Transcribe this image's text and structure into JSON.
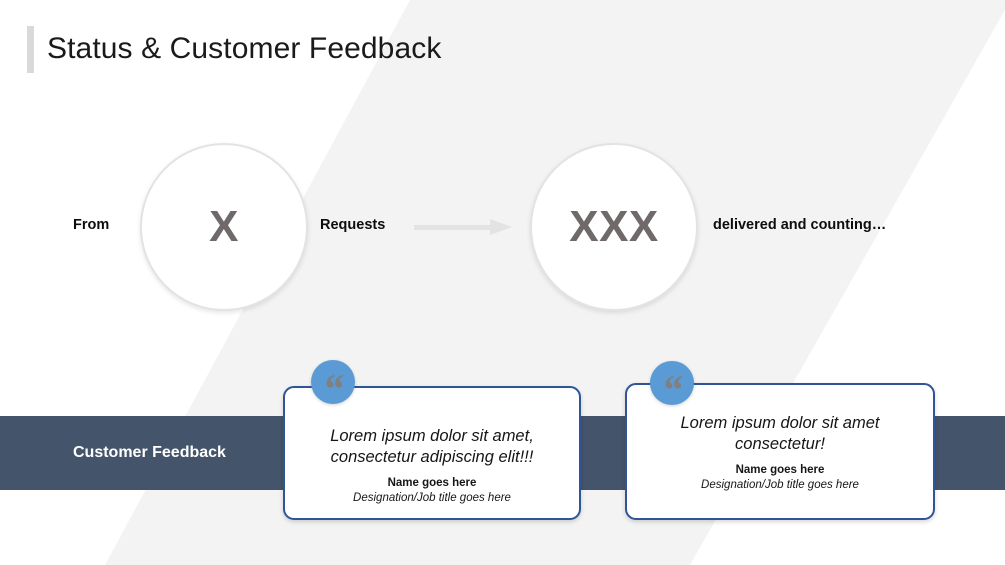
{
  "slide": {
    "title": "Status & Customer Feedback",
    "accent_bar_color": "#D9D9D9",
    "background_color": "#FFFFFF",
    "backdrop_shape_color": "#F2F3F2"
  },
  "stats": {
    "from_label": "From",
    "source": {
      "value": "X",
      "value_color": "#6F6A69",
      "circle_border_color": "#E3E3E3"
    },
    "requests_label": "Requests",
    "arrow": {
      "icon": "right-arrow-icon",
      "color": "#E3E3E3"
    },
    "target": {
      "value": "XXX",
      "value_color": "#6F6A69",
      "circle_border_color": "#E3E3E3"
    },
    "delivered_label": "delivered and counting…"
  },
  "feedback": {
    "band_label": "Customer Feedback",
    "band_color": "#44546A",
    "band_text_color": "#FFFFFF",
    "badge_color": "#5B9BD5",
    "badge_glyph_color": "#808080",
    "card_border_color": "#2F5597",
    "cards": [
      {
        "quote_icon": "quotation-mark-icon",
        "quote": "Lorem ipsum dolor sit amet, consectetur adipiscing elit!!!",
        "name": "Name goes here",
        "role": "Designation/Job title goes here"
      },
      {
        "quote_icon": "quotation-mark-icon",
        "quote": "Lorem ipsum dolor sit amet consectetur!",
        "name": "Name goes here",
        "role": "Designation/Job title goes here"
      }
    ]
  }
}
